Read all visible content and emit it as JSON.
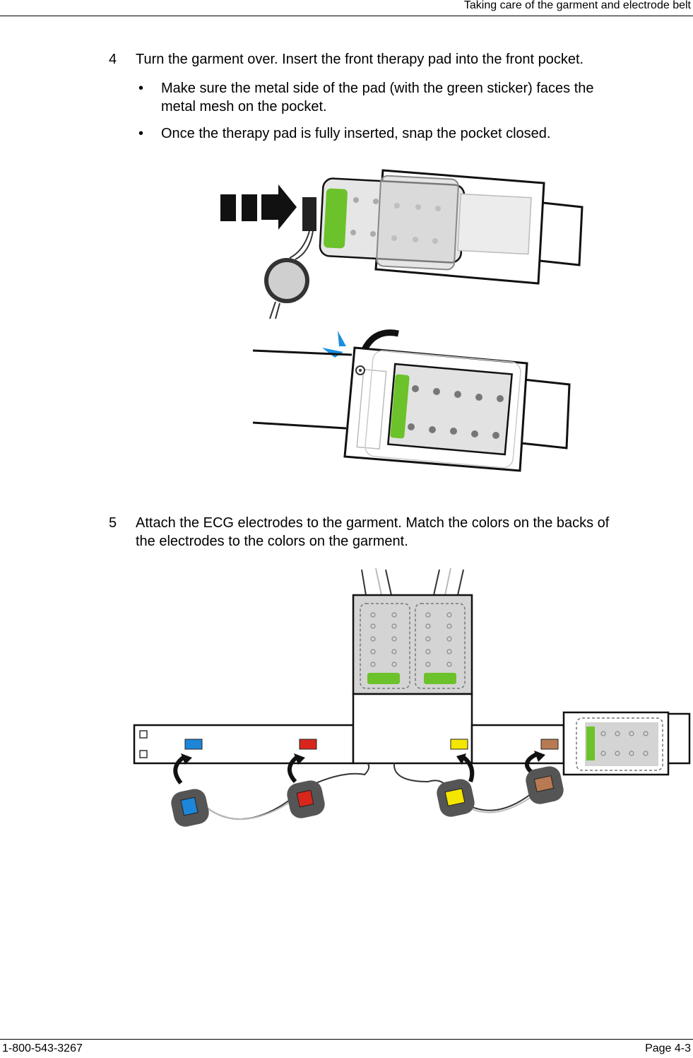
{
  "header": {
    "title": "Taking care of the garment and electrode belt"
  },
  "steps": [
    {
      "number": "4",
      "text": "Turn the garment over. Insert the front therapy pad into the front pocket.",
      "bullets": [
        {
          "symbol": "•",
          "lines": [
            "Make sure the metal side of the pad (with the green sticker) faces the",
            "metal mesh on the pocket."
          ]
        },
        {
          "symbol": "•",
          "lines": [
            "Once the therapy pad is fully inserted, snap the pocket closed."
          ]
        }
      ]
    },
    {
      "number": "5",
      "lines": [
        "Attach the ECG electrodes to the garment. Match the colors on the backs of",
        "the electrodes to the colors on the garment."
      ]
    }
  ],
  "colors": {
    "pad_green": "#6cc22a",
    "snap_blue": "#1a8fe0",
    "electrode_blue": "#1d86d8",
    "electrode_red": "#d9261c",
    "electrode_yellow": "#f5e600",
    "electrode_brown": "#b77a52",
    "pad_gray": "#d4d4d4"
  },
  "footer": {
    "phone": "1-800-543-3267",
    "page": "Page 4-3"
  }
}
